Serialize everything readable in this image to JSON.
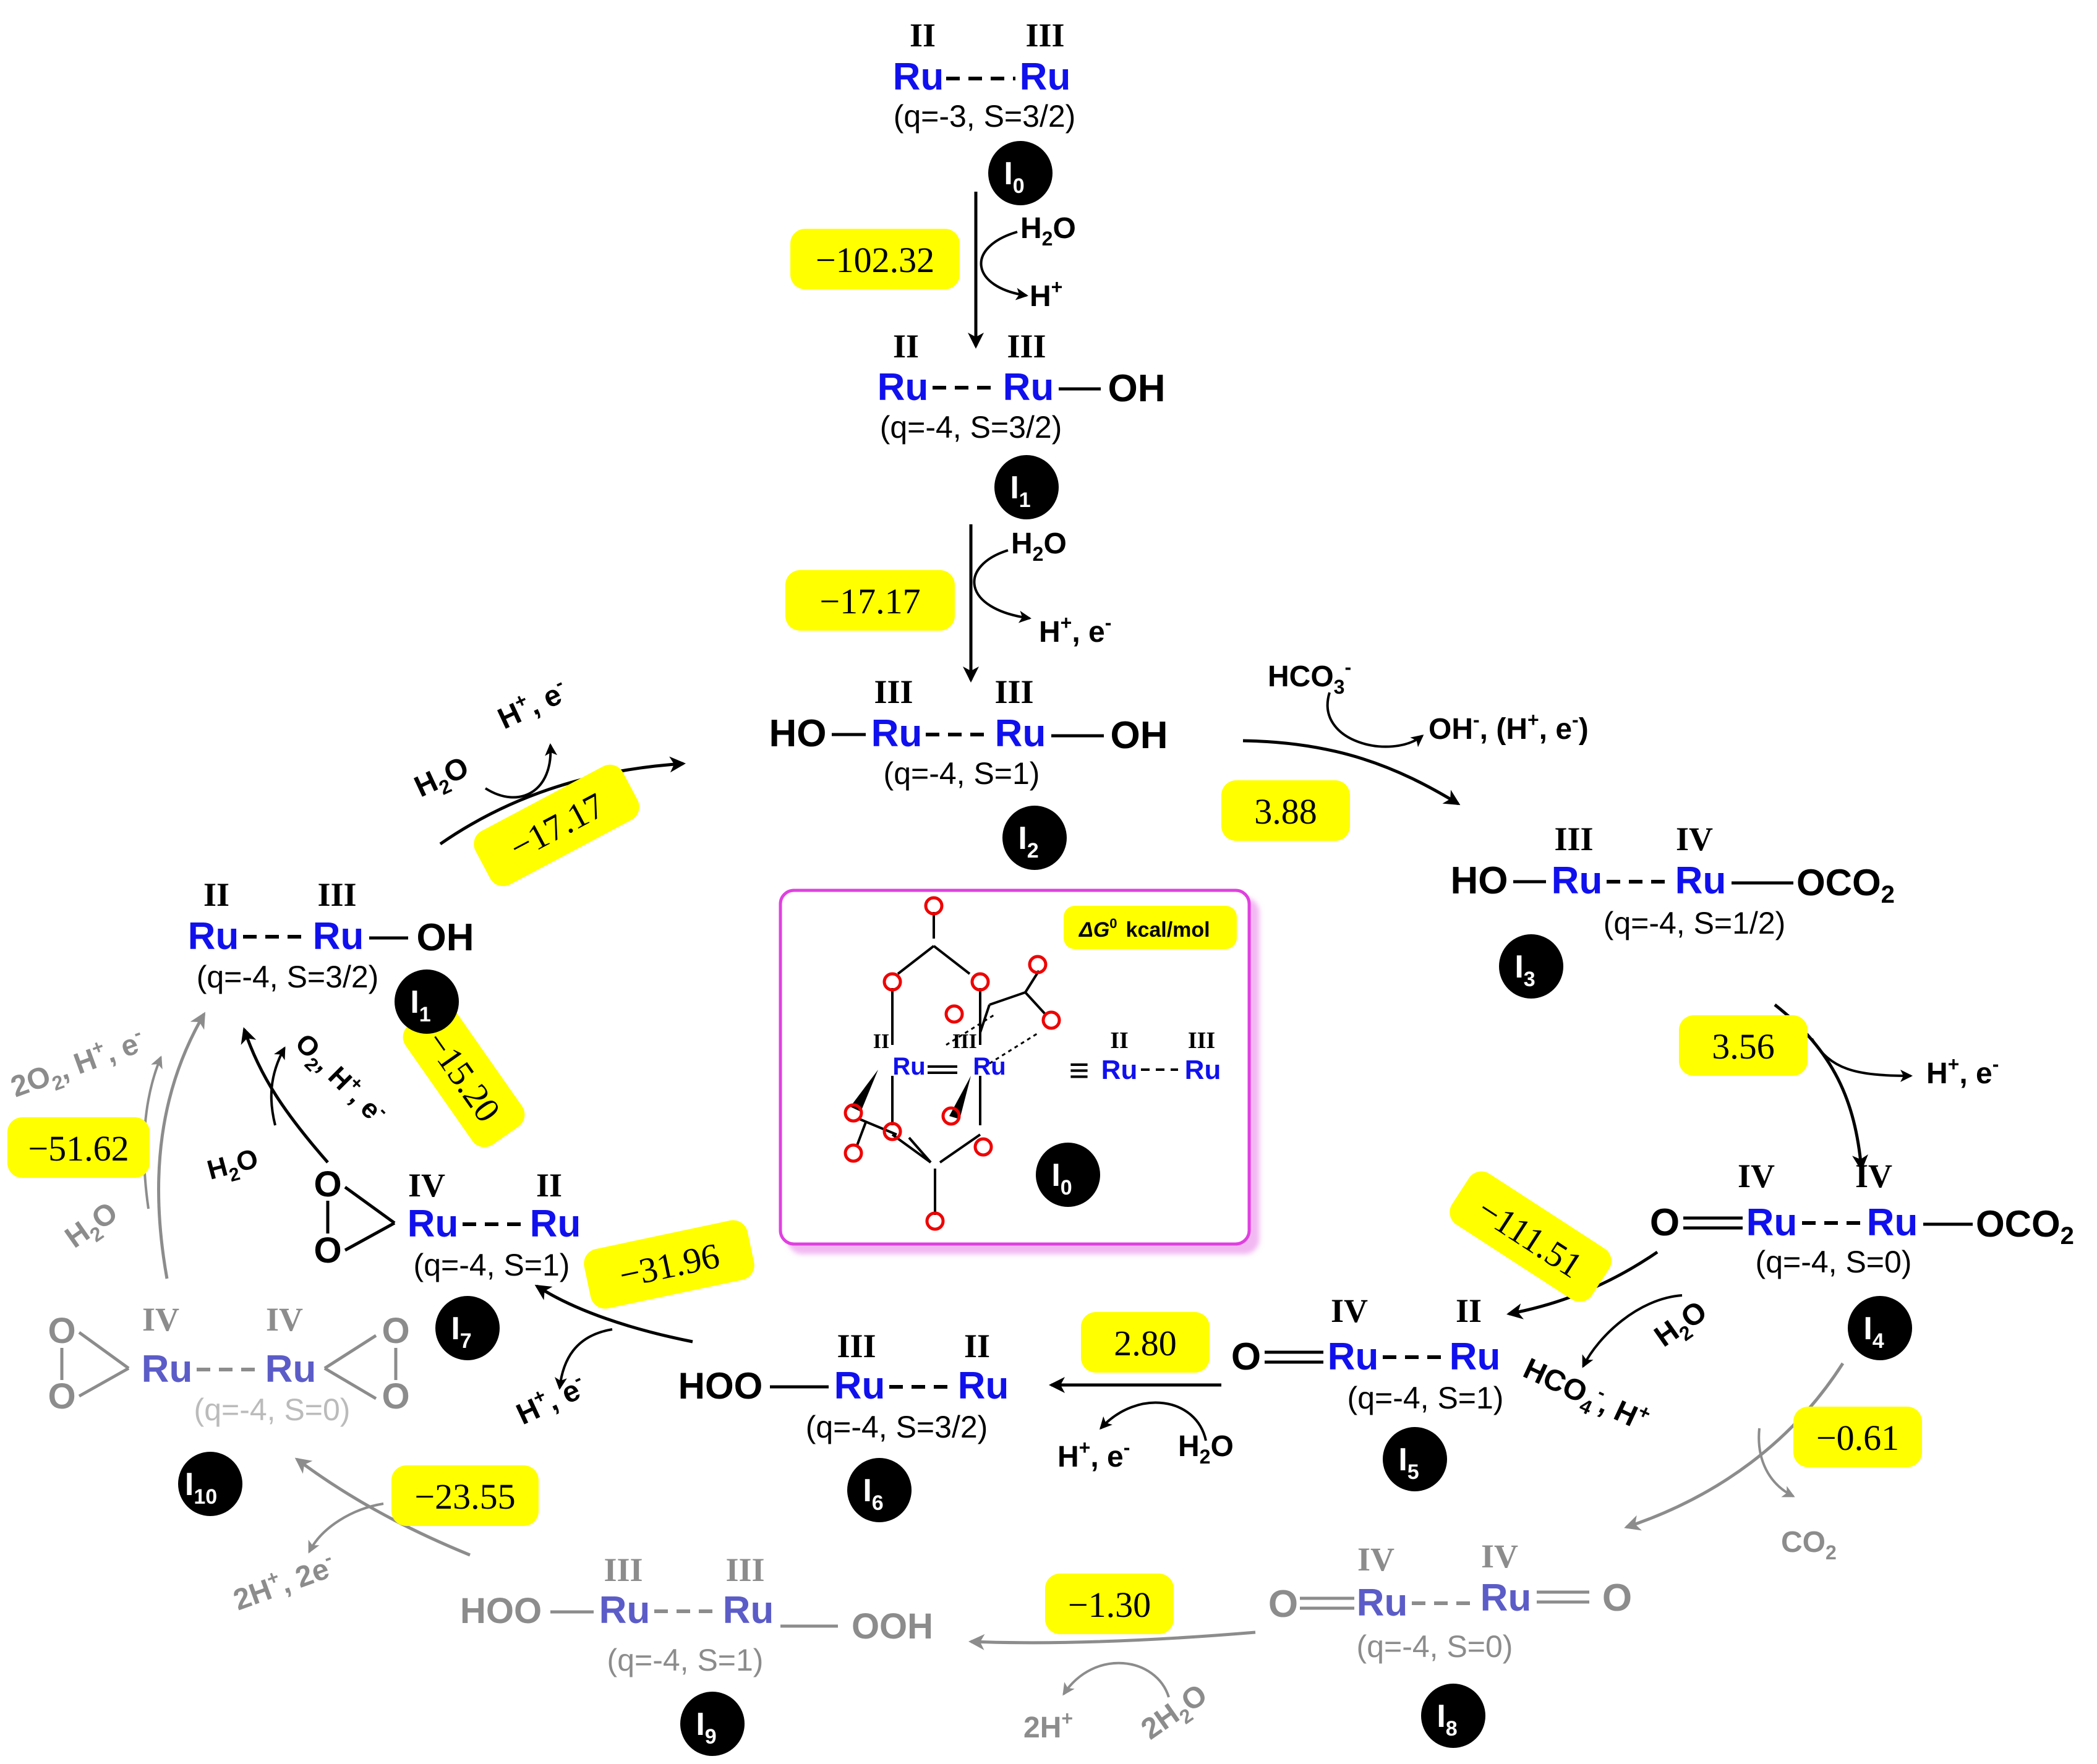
{
  "colors": {
    "ru": "#1010ee",
    "ru_faded": "#5c5cc8",
    "black": "#000000",
    "gray": "#8c8c8c",
    "highlight": "#ffff00",
    "inset_border": "#e040e0",
    "oxygen": "#ee0000"
  },
  "species": {
    "I0": {
      "ox": [
        "II",
        "III"
      ],
      "charge": "(q=-3, S=3/2)",
      "badge": "I",
      "sub": "0"
    },
    "I1": {
      "ox": [
        "II",
        "III"
      ],
      "charge": "(q=-4, S=3/2)",
      "badge": "I",
      "sub": "1",
      "right": "OH"
    },
    "I1b": {
      "ox": [
        "II",
        "III"
      ],
      "charge": "(q=-4, S=3/2)",
      "badge": "I",
      "sub": "1",
      "right": "OH"
    },
    "I2": {
      "ox": [
        "III",
        "III"
      ],
      "charge": "(q=-4, S=1)",
      "badge": "I",
      "sub": "2",
      "left": "HO",
      "right": "OH"
    },
    "I3": {
      "ox": [
        "III",
        "IV"
      ],
      "charge": "(q=-4, S=1/2)",
      "badge": "I",
      "sub": "3",
      "left": "HO",
      "right": "OCO",
      "right_sub": "2"
    },
    "I4": {
      "ox": [
        "IV",
        "IV"
      ],
      "charge": "(q=-4, S=0)",
      "badge": "I",
      "sub": "4",
      "left": "O",
      "right": "OCO",
      "right_sub": "2"
    },
    "I5": {
      "ox": [
        "IV",
        "II"
      ],
      "charge": "(q=-4, S=1)",
      "badge": "I",
      "sub": "5",
      "left": "O"
    },
    "I6": {
      "ox": [
        "III",
        "II"
      ],
      "charge": "(q=-4, S=3/2)",
      "badge": "I",
      "sub": "6",
      "left": "HOO"
    },
    "I7": {
      "ox": [
        "IV",
        "II"
      ],
      "charge": "(q=-4, S=1)",
      "badge": "I",
      "sub": "7"
    },
    "I8": {
      "ox": [
        "IV",
        "IV"
      ],
      "charge": "(q=-4, S=0)",
      "badge": "I",
      "sub": "8",
      "left": "O",
      "right": "O"
    },
    "I9": {
      "ox": [
        "III",
        "III"
      ],
      "charge": "(q=-4, S=1)",
      "badge": "I",
      "sub": "9",
      "left": "HOO",
      "right": "OOH"
    },
    "I10": {
      "ox": [
        "IV",
        "IV"
      ],
      "charge": "(q=-4, S=0)",
      "badge": "I",
      "sub": "10"
    },
    "ru": "Ru",
    "o": "O"
  },
  "energies": {
    "e01": "−102.32",
    "e12": "−17.17",
    "e12b": "−17.17",
    "e23": "3.88",
    "e34": "3.56",
    "e45": "−111.51",
    "e48": "−0.61",
    "e56": "2.80",
    "e67": "−31.96",
    "e71": "−15.20",
    "e89": "−1.30",
    "e910": "−23.55",
    "e101": "−51.62"
  },
  "conditions": {
    "h2o": {
      "a": "H",
      "sub": "2",
      "b": "O"
    },
    "h_plus": {
      "a": "H",
      "sup": "+"
    },
    "h_plus_e": {
      "a": "H",
      "sup": "+",
      "b": ", e",
      "sup2": "-"
    },
    "hco3": {
      "a": "HCO",
      "sub": "3",
      "sup": "-"
    },
    "oh_out": {
      "a": "OH",
      "sup": "-",
      "b": ", (H",
      "sup2": "+",
      "c": ", e",
      "sup3": "-",
      "d": ")"
    },
    "hco4": {
      "a": "HCO",
      "sub": "4",
      "sup": "-",
      "b": ", H",
      "sup2": "+"
    },
    "co2": {
      "a": "CO",
      "sub": "2"
    },
    "two_h2o": {
      "a": "2H",
      "sub": "2",
      "b": "O"
    },
    "two_h_plus": {
      "a": "2H",
      "sup": "+"
    },
    "two_h_two_e": {
      "a": "2H",
      "sup": "+",
      "b": ", 2e",
      "sup2": "-"
    },
    "two_o2": {
      "a": "2O",
      "sub": "2",
      "b": ", H",
      "sup": "+",
      "c": ", e",
      "sup2": "-"
    },
    "o2_out": {
      "a": "O",
      "sub": "2",
      "b": ", H",
      "sup": "+",
      "c": ", e",
      "sup2": "-"
    }
  },
  "inset": {
    "legend": {
      "delta": "ΔG",
      "sup": "0",
      "unit": "kcal/mol"
    },
    "ox": [
      "II",
      "III"
    ],
    "badge": "I",
    "sub": "0",
    "equiv": "≡"
  }
}
